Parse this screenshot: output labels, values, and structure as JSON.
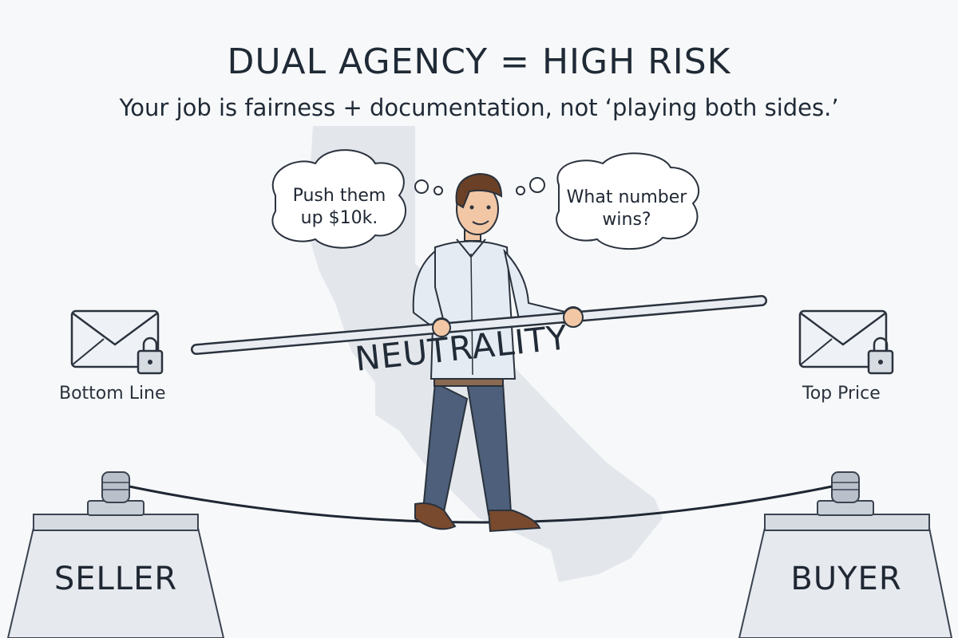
{
  "header": {
    "title": "DUAL AGENCY = HIGH RISK",
    "subtitle": "Your job is fairness + documentation, not ‘playing both sides.’"
  },
  "thoughts": {
    "left": [
      "Push them",
      "up $10k."
    ],
    "right": [
      "What number",
      "wins?"
    ]
  },
  "left_side": {
    "envelope_label": "Bottom Line",
    "block_label": "SELLER",
    "envelope_icon": "locked-envelope-icon"
  },
  "right_side": {
    "envelope_label": "Top Price",
    "block_label": "BUYER",
    "envelope_icon": "locked-envelope-icon"
  },
  "pole_label": "NEUTRALITY",
  "colors": {
    "background": "#f7f8f9",
    "california_silhouette": "#dfe4ea",
    "shirt": "#e4ebf3",
    "pants": "#4d5f7a",
    "shoes": "#7a4a2e",
    "block": "#e6e9ee"
  }
}
